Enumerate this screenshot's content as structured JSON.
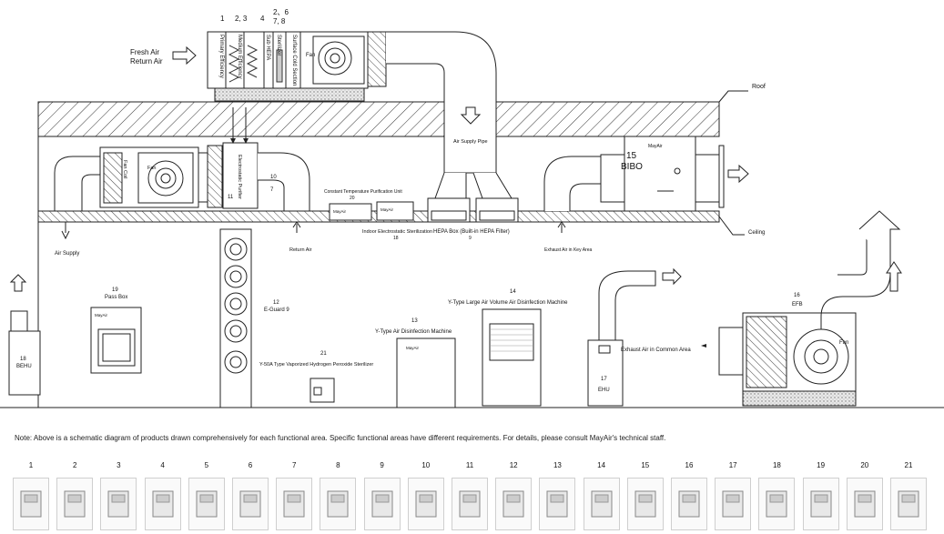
{
  "labels": {
    "n1": "1",
    "n23": "2, 3",
    "n4": "4",
    "n26": "2、6",
    "n78": "7, 8",
    "fresh_air": "Fresh Air",
    "return_air_top": "Return Air",
    "primary_efficiency": "Primary Efficiency",
    "medium_efficiency": "Medium Efficiency",
    "sub_hepa": "Sub HEPA",
    "sterilizer": "Sterilizer",
    "surface_cold": "Surface Cold Section",
    "fan_top": "Fan",
    "roof": "Roof",
    "air_supply_pipe": "Air Supply Pipe",
    "fan_coil": "Fan Coil",
    "fan_mid": "Fan",
    "electrostatic_purifier": "Electrostatic Purifier",
    "n11": "11",
    "n10": "10",
    "n7": "7",
    "constant_temp_label": "Constant Temperature Purification Unit",
    "n20": "20",
    "indoor_sterilization": "Indoor Electrostatic Sterilization",
    "n18b": "18",
    "hepa_box": "HEPA Box (Built-in HEPA Filter)",
    "n9": "9",
    "bibo_num": "15",
    "bibo": "BIBO",
    "maybe": "MayAir",
    "ceiling": "Ceiling",
    "exhaust_key": "Exhaust Air in Key Area",
    "air_supply": "Air Supply",
    "return_air_mid": "Return Air",
    "pass_box_num": "19",
    "pass_box": "Pass Box",
    "eguard_num": "12",
    "eguard": "E-Guard 9",
    "y13_num": "13",
    "y13": "Y-Type Air Disinfection Machine",
    "y14_num": "14",
    "y14": "Y-Type Large Air Volume Air Disinfection Machine",
    "s21_num": "21",
    "s21": "Y-50A Type Vaporized Hydrogen Peroxide Sterilizer",
    "behu_num": "18",
    "behu": "BEHU",
    "efb_num": "16",
    "efb": "EFB",
    "exhaust_common": "Exhaust Air in Common Area",
    "ehu_num": "17",
    "ehu": "EHU",
    "fan_efb": "Fan"
  },
  "note": "Note: Above is a schematic diagram of products drawn comprehensively for each functional area. Specific functional areas have different requirements. For details, please consult MayAir's technical staff.",
  "thumbnails": [
    {
      "num": "1",
      "icon": "primary-filter-icon"
    },
    {
      "num": "2",
      "icon": "bag-filter-icon"
    },
    {
      "num": "3",
      "icon": "pocket-filter-icon"
    },
    {
      "num": "4",
      "icon": "v-bank-filter-icon"
    },
    {
      "num": "5",
      "icon": "panel-filter-icon"
    },
    {
      "num": "6",
      "icon": "hepa-filter-icon"
    },
    {
      "num": "7",
      "icon": "uv-lamp-icon"
    },
    {
      "num": "8",
      "icon": "cold-coil-icon"
    },
    {
      "num": "9",
      "icon": "hepa-box-icon"
    },
    {
      "num": "10",
      "icon": "diffuser-icon"
    },
    {
      "num": "11",
      "icon": "electrostatic-purifier-icon"
    },
    {
      "num": "12",
      "icon": "e-guard-icon"
    },
    {
      "num": "13",
      "icon": "disinfection-machine-icon"
    },
    {
      "num": "14",
      "icon": "large-disinfection-machine-icon"
    },
    {
      "num": "15",
      "icon": "bibo-icon"
    },
    {
      "num": "16",
      "icon": "efb-icon"
    },
    {
      "num": "17",
      "icon": "ehu-icon"
    },
    {
      "num": "18",
      "icon": "behu-icon"
    },
    {
      "num": "19",
      "icon": "pass-box-icon"
    },
    {
      "num": "20",
      "icon": "sterilization-unit-icon"
    },
    {
      "num": "21",
      "icon": "hydrogen-peroxide-sterilizer-icon"
    }
  ]
}
